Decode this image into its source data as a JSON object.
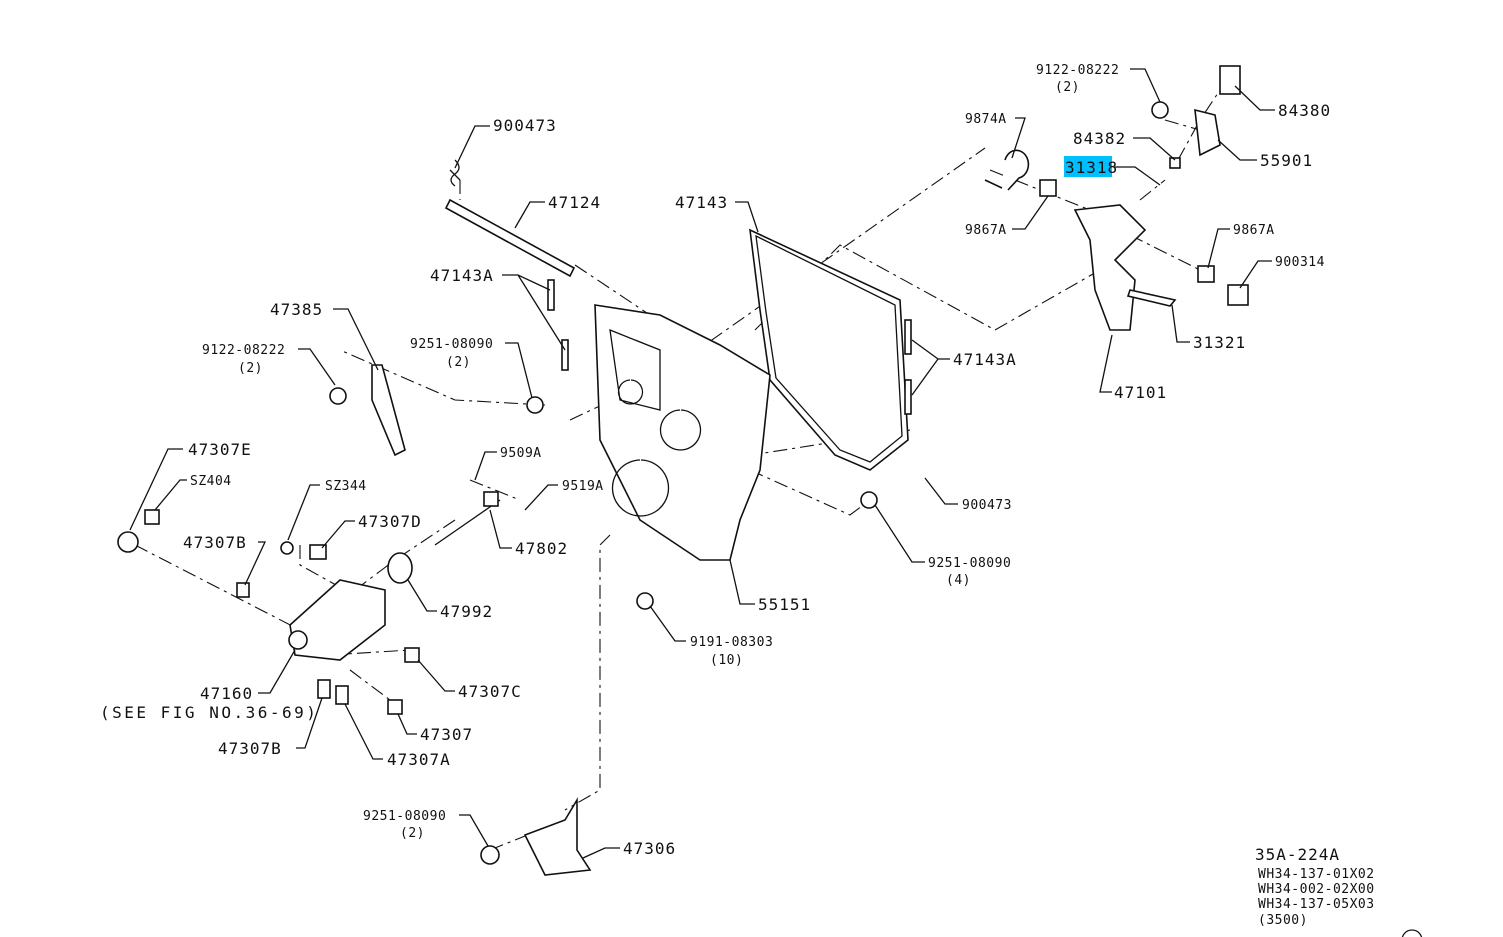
{
  "diagram": {
    "highlight_color": "#00BFFF",
    "callouts": {
      "c900473_top": "900473",
      "c47124": "47124",
      "c47143": "47143",
      "c47143A_left": "47143A",
      "c47385": "47385",
      "c912208222_left": "9122-08222",
      "c912208222_left_qty": "(2)",
      "c925108090_mid": "9251-08090",
      "c925108090_mid_qty": "(2)",
      "c47307E": "47307E",
      "cSZ404": "SZ404",
      "cSZ344": "SZ344",
      "c47307D": "47307D",
      "c47307B_top": "47307B",
      "c9509A": "9509A",
      "c9519A": "9519A",
      "c47802": "47802",
      "c47992": "47992",
      "c55151": "55151",
      "c919108303": "9191-08303",
      "c919108303_qty": "(10)",
      "c47160": "47160",
      "c47160_note": "(SEE FIG NO.36-69)",
      "c47307C": "47307C",
      "c47307": "47307",
      "c47307B_bottom": "47307B",
      "c47307A": "47307A",
      "c925108090_bottom": "9251-08090",
      "c925108090_bottom_qty": "(2)",
      "c47306": "47306",
      "c900473_right": "900473",
      "c925108090_right": "9251-08090",
      "c925108090_right_qty": "(4)",
      "c47143A_right": "47143A",
      "c912208222_top": "9122-08222",
      "c912208222_top_qty": "(2)",
      "c84380": "84380",
      "c9874A": "9874A",
      "c84382": "84382",
      "c55901": "55901",
      "c31318": "31318",
      "c9867A_left": "9867A",
      "c9867A_right": "9867A",
      "c900314": "900314",
      "c31321": "31321",
      "c47101": "47101"
    },
    "footer": {
      "figure_code": "35A-224A",
      "ref1": "WH34-137-01X02",
      "ref2": "WH34-002-02X00",
      "ref3": "WH34-137-05X03",
      "ref4": "(3500)"
    }
  }
}
